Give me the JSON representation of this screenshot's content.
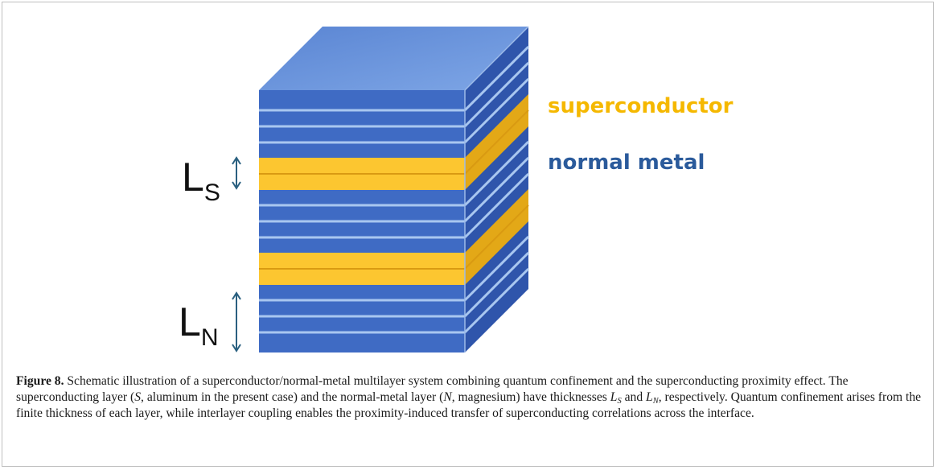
{
  "legend": {
    "superconductor": "superconductor",
    "normal_metal": "normal metal"
  },
  "dimensions": {
    "ls": {
      "main": "L",
      "sub": "S"
    },
    "ln": {
      "main": "L",
      "sub": "N"
    }
  },
  "colors": {
    "normal_metal_front": "#3f6bc4",
    "normal_metal_side": "#2f55ab",
    "normal_metal_top": "#6e98de",
    "stripe": "#a9c7f0",
    "superconductor_front": "#fcc630",
    "superconductor_side": "#e3a817",
    "superconductor_line": "#d99a12",
    "legend_superconductor": "#f5b800",
    "legend_normal_metal": "#2a5a9b",
    "arrow": "#2a6080"
  },
  "caption": {
    "figure_label": "Figure 8.",
    "t1": " Schematic illustration of a superconductor/normal-metal multilayer system combining quantum confinement and the superconducting proximity effect. The superconducting layer (",
    "s_sym": "S",
    "t2": ", aluminum in the present case) and the normal-metal layer (",
    "n_sym": "N",
    "t3": ", magnesium) have thicknesses ",
    "l1": "L",
    "l1_sub": "S",
    "t4": " and ",
    "l2": "L",
    "l2_sub": "N",
    "t5": ", respectively. Quantum confinement arises from the finite thickness of each layer, while interlayer coupling enables the proximity-induced transfer of superconducting correlations across the interface."
  }
}
